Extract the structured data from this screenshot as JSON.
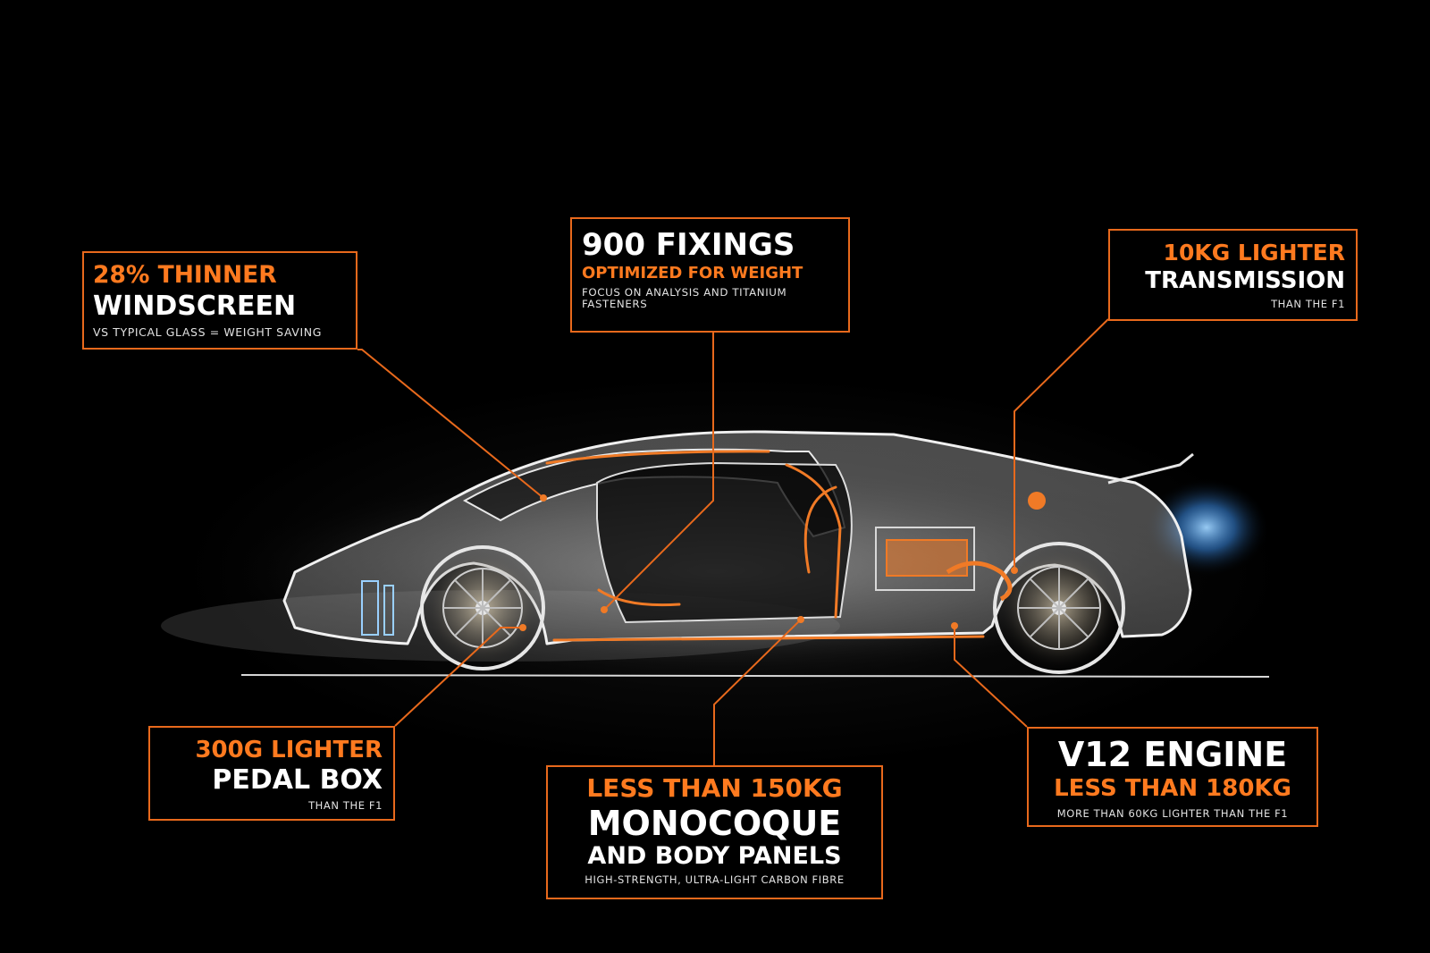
{
  "colors": {
    "background": "#000000",
    "accent": "#e8691c",
    "accent_text": "#ff7a1f",
    "headline_text": "#ffffff",
    "body_text": "#e2e2e2",
    "exhaust_glow": "#4aa8ff"
  },
  "illustration": {
    "subject": "car-sketch",
    "style": "white line sketch with orange structural highlights"
  },
  "callouts": {
    "windscreen": {
      "line1": "28% THINNER",
      "line2": "WINDSCREEN",
      "line3": "VS TYPICAL GLASS = WEIGHT SAVING"
    },
    "fixings": {
      "line1": "900 FIXINGS",
      "line2": "OPTIMIZED FOR WEIGHT",
      "line3": "FOCUS ON ANALYSIS AND TITANIUM FASTENERS"
    },
    "transmission": {
      "line1": "10KG LIGHTER",
      "line2": "TRANSMISSION",
      "line3": "THAN THE F1"
    },
    "pedal_box": {
      "line1": "300G LIGHTER",
      "line2": "PEDAL BOX",
      "line3": "THAN THE F1"
    },
    "monocoque": {
      "line1": "LESS THAN 150KG",
      "line2": "MONOCOQUE",
      "line3": "AND BODY PANELS",
      "line4": "HIGH-STRENGTH, ULTRA-LIGHT CARBON FIBRE"
    },
    "engine": {
      "line1": "V12 ENGINE",
      "line2": "LESS THAN 180KG",
      "line3": "MORE THAN 60KG LIGHTER THAN THE F1"
    }
  }
}
